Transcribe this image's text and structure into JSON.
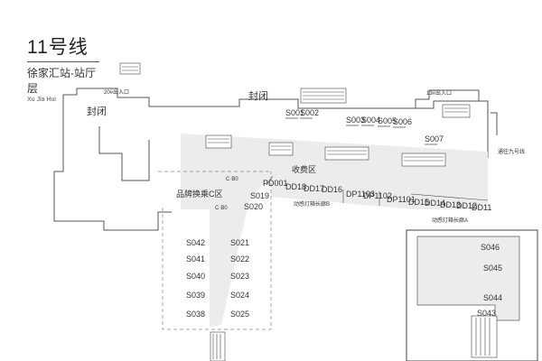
{
  "header": {
    "line_name": "11号线",
    "station_cn": "徐家汇站-站厅层",
    "station_en": "Xu Jia Hui"
  },
  "areas": {
    "closed_left": "封闭",
    "closed_top": "封闭",
    "fare_area": "收费区",
    "brand_zone": "品牌换乘C区"
  },
  "entrances": {
    "exit_20": "20#出入口",
    "exit_13": "13#出入口",
    "line9_transfer": "通往九号线"
  },
  "platform_small_labels": {
    "cbd_a": "C·B0",
    "cbd_b": "C·B0"
  },
  "gate_labels": {
    "dp_group_b": "动感灯箱长廊B",
    "dp_group_a": "动感灯箱长廊A"
  },
  "ad_slots": {
    "top_row": [
      "S001",
      "S002",
      "S003",
      "S004",
      "S005",
      "S006",
      "S007"
    ],
    "dp_row_left": [
      "PD001",
      "DD18",
      "DD17",
      "DD16"
    ],
    "dp_row_mid": [
      "DP1103",
      "DP1102",
      "DP1101"
    ],
    "dp_row_right": [
      "DD15",
      "DD14",
      "DD13",
      "DD12",
      "DD11"
    ],
    "diag_col": [
      "S019",
      "S020"
    ],
    "left_col": [
      "S042",
      "S041",
      "S040",
      "S039",
      "S038"
    ],
    "right_col": [
      "S021",
      "S022",
      "S023",
      "S024",
      "S025"
    ],
    "inset_col": [
      "S046",
      "S045",
      "S044",
      "S043"
    ]
  }
}
